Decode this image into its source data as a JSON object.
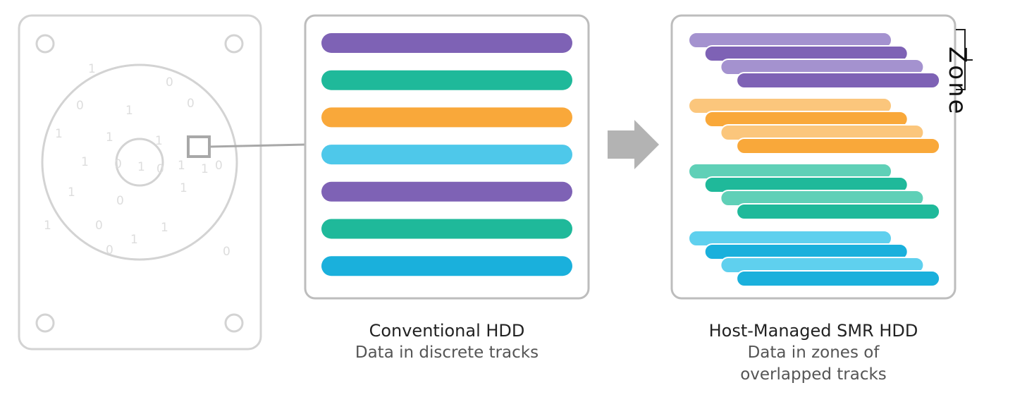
{
  "conventional": {
    "title": "Conventional HDD",
    "subtitle": "Data in discrete tracks",
    "track_colors": [
      "#7e62b5",
      "#1fb99a",
      "#f9a83a",
      "#4ec8ea",
      "#7e62b5",
      "#1fb99a",
      "#1ab0dc"
    ]
  },
  "smr": {
    "title": "Host-Managed SMR HDD",
    "subtitle_line1": "Data in zones of",
    "subtitle_line2": "overlapped tracks",
    "zone_label": "Zone",
    "zones": [
      {
        "light": "#a492cf",
        "dark": "#7e62b5"
      },
      {
        "light": "#fbc67c",
        "dark": "#f9a83a"
      },
      {
        "light": "#5fd0b7",
        "dark": "#1fb99a"
      },
      {
        "light": "#5fd0ee",
        "dark": "#1ab0dc"
      }
    ]
  },
  "disk_digits": [
    "1",
    "0",
    "0",
    "1",
    "0",
    "1",
    "1",
    "1",
    "1",
    "0",
    "1",
    "0",
    "1",
    "1",
    "0",
    "1",
    "0",
    "1",
    "1",
    "0",
    "1",
    "1",
    "0",
    "0"
  ]
}
